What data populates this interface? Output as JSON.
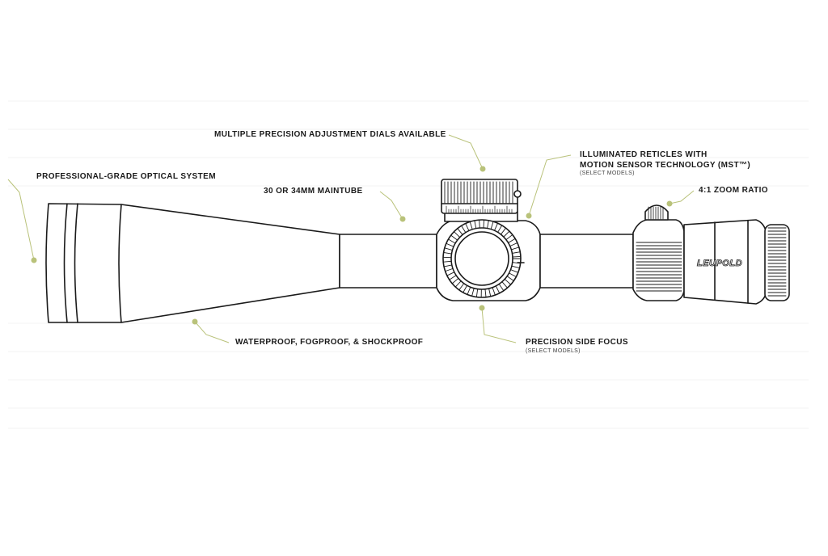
{
  "callouts": {
    "optical_system": {
      "title": "PROFESSIONAL-GRADE OPTICAL SYSTEM"
    },
    "adjustment_dials": {
      "title": "MULTIPLE PRECISION ADJUSTMENT DIALS AVAILABLE"
    },
    "maintube": {
      "title": "30 OR 34MM MAINTUBE"
    },
    "reticles": {
      "title_line1": "ILLUMINATED RETICLES WITH",
      "title_line2": "MOTION SENSOR TECHNOLOGY (MST™)",
      "note": "(SELECT MODELS)"
    },
    "zoom": {
      "title": "4:1 ZOOM RATIO"
    },
    "waterproof": {
      "title": "WATERPROOF, FOGPROOF, & SHOCKPROOF"
    },
    "side_focus": {
      "title": "PRECISION SIDE FOCUS",
      "note": "(SELECT MODELS)"
    }
  },
  "scope": {
    "brand": "LEUPOLD"
  },
  "colors": {
    "callout_line": "#b9c27a",
    "callout_dot": "#b9c27a",
    "outline": "#1a1a1a",
    "background": "#ffffff",
    "ghost_grid": "#f1f1f1"
  }
}
